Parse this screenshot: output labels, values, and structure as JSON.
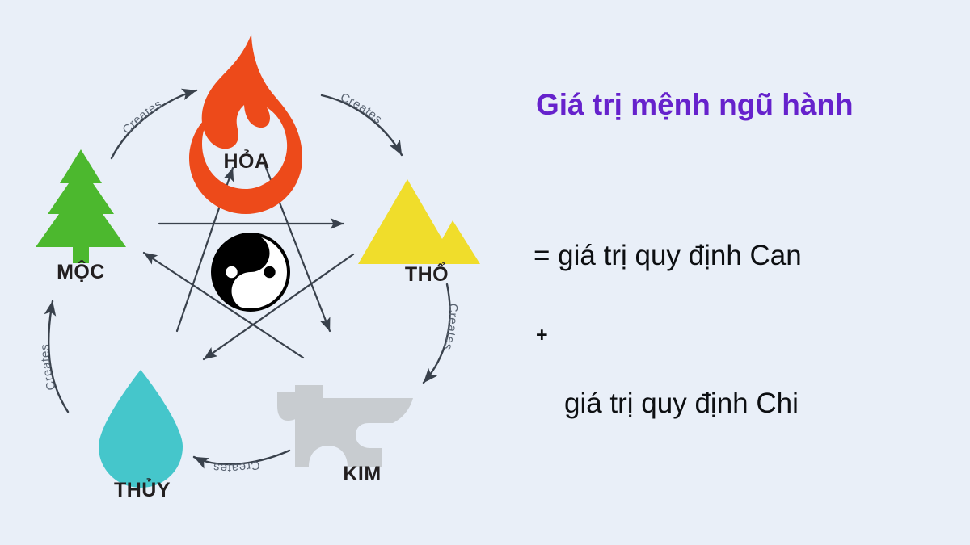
{
  "background_color": "#e9eff8",
  "diagram": {
    "title_semantic": "five-elements-wuxing-cycle",
    "center_symbol": "yin-yang",
    "elements": [
      {
        "id": "hoa",
        "label": "HỎA",
        "icon": "flame-icon",
        "color": "#ed4a1a",
        "position": "top"
      },
      {
        "id": "tho",
        "label": "THỔ",
        "icon": "mountain-icon",
        "color": "#f0dd2b",
        "position": "right"
      },
      {
        "id": "kim",
        "label": "KIM",
        "icon": "anvil-icon",
        "color": "#c8ccd0",
        "position": "bottom-right"
      },
      {
        "id": "thuy",
        "label": "THỦY",
        "icon": "water-drop-icon",
        "color": "#45c6cb",
        "position": "bottom-left"
      },
      {
        "id": "moc",
        "label": "MỘC",
        "icon": "tree-icon",
        "color": "#4cb82e",
        "position": "left"
      }
    ],
    "arcs": [
      {
        "id": "moc-to-hoa",
        "label": "Creates",
        "from": "MỘC",
        "to": "HỎA"
      },
      {
        "id": "hoa-to-tho",
        "label": "Creates",
        "from": "HỎA",
        "to": "THỔ"
      },
      {
        "id": "tho-to-kim",
        "label": "Creates",
        "from": "THỔ",
        "to": "KIM"
      },
      {
        "id": "kim-to-thuy",
        "label": "Creates",
        "from": "KIM",
        "to": "THỦY"
      },
      {
        "id": "thuy-to-moc",
        "label": "Creates",
        "from": "THỦY",
        "to": "MỘC"
      }
    ],
    "destruction_arrows": [
      {
        "id": "moc-to-tho",
        "from": "MỘC",
        "to": "THỔ"
      },
      {
        "id": "tho-to-thuy",
        "from": "THỔ",
        "to": "THỦY"
      },
      {
        "id": "thuy-to-hoa",
        "from": "THỦY",
        "to": "HỎA"
      },
      {
        "id": "hoa-to-kim",
        "from": "HỎA",
        "to": "KIM"
      },
      {
        "id": "kim-to-moc",
        "from": "KIM",
        "to": "MỘC"
      }
    ]
  },
  "text_panel": {
    "heading": "Giá trị mệnh ngũ hành",
    "heading_color": "#6622cc",
    "line_can": "= giá trị quy định Can",
    "line_plus": "+",
    "line_chi": "giá trị quy định Chi",
    "body_color": "#0d0f12"
  }
}
